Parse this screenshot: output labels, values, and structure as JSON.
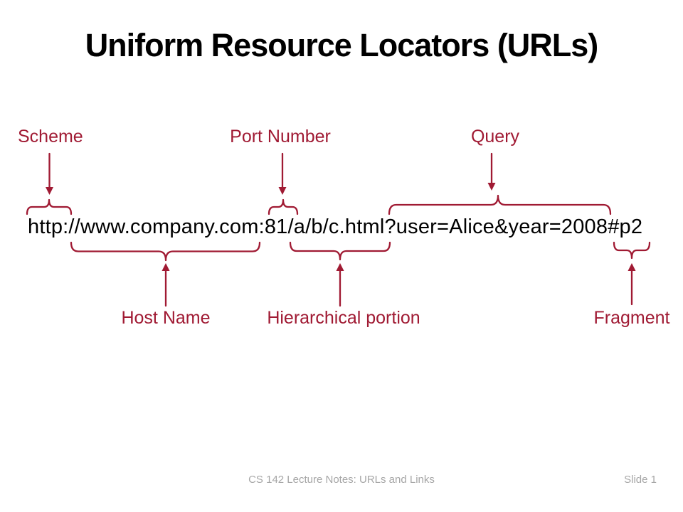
{
  "colors": {
    "accent": "#A01A33",
    "title_text": "#000000",
    "url_text": "#000000",
    "footer_text": "#A6A6A6",
    "background": "#FFFFFF"
  },
  "title": "Uniform Resource Locators (URLs)",
  "url": "http://www.company.com:81/a/b/c.html?user=Alice&year=2008#p2",
  "top_annotations": [
    {
      "label": "Scheme"
    },
    {
      "label": "Port Number"
    },
    {
      "label": "Query"
    }
  ],
  "bottom_annotations": [
    {
      "label": "Host Name"
    },
    {
      "label": "Hierarchical portion"
    },
    {
      "label": "Fragment"
    }
  ],
  "footer": {
    "course": "CS 142 Lecture Notes: URLs and Links",
    "slide_number": "Slide 1"
  }
}
